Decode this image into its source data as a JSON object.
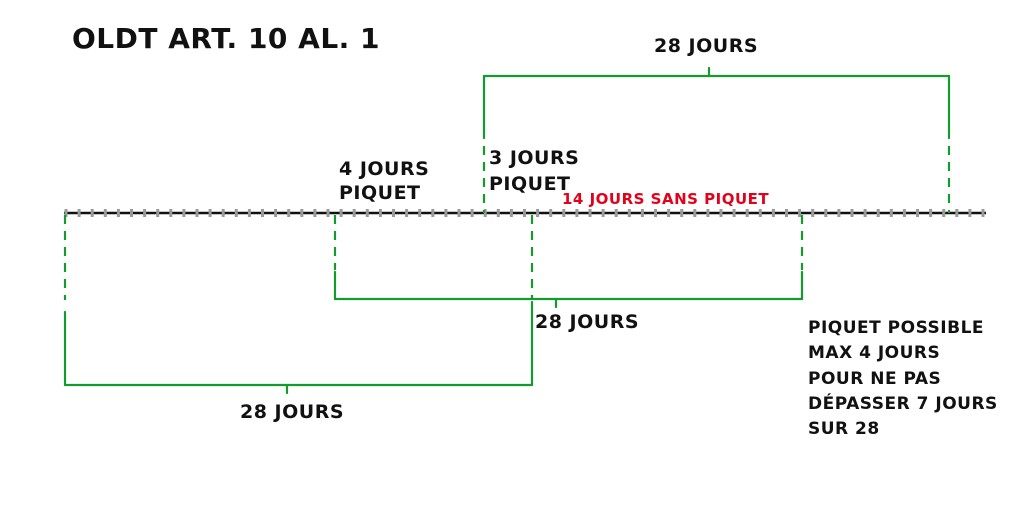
{
  "title": "OLDT ART. 10 AL. 1",
  "labels": {
    "span_top": "28 JOURS",
    "span_middle": "28 JOURS",
    "span_bottom": "28 JOURS",
    "duty_a_line1": "4 JOURS",
    "duty_a_line2": "PIQUET",
    "duty_b_line1": "3 JOURS",
    "duty_b_line2": "PIQUET",
    "without_duty": "14 JOURS SANS PIQUET"
  },
  "note": {
    "lines": [
      "PIQUET POSSIBLE",
      "MAX 4 JOURS",
      "POUR NE PAS",
      "DÉPASSER 7 JOURS",
      "SUR 28"
    ]
  },
  "colors": {
    "bracket": "#149b2e",
    "highlight": "#e3001b",
    "ink": "#111111",
    "tick": "#9a9a9a"
  }
}
